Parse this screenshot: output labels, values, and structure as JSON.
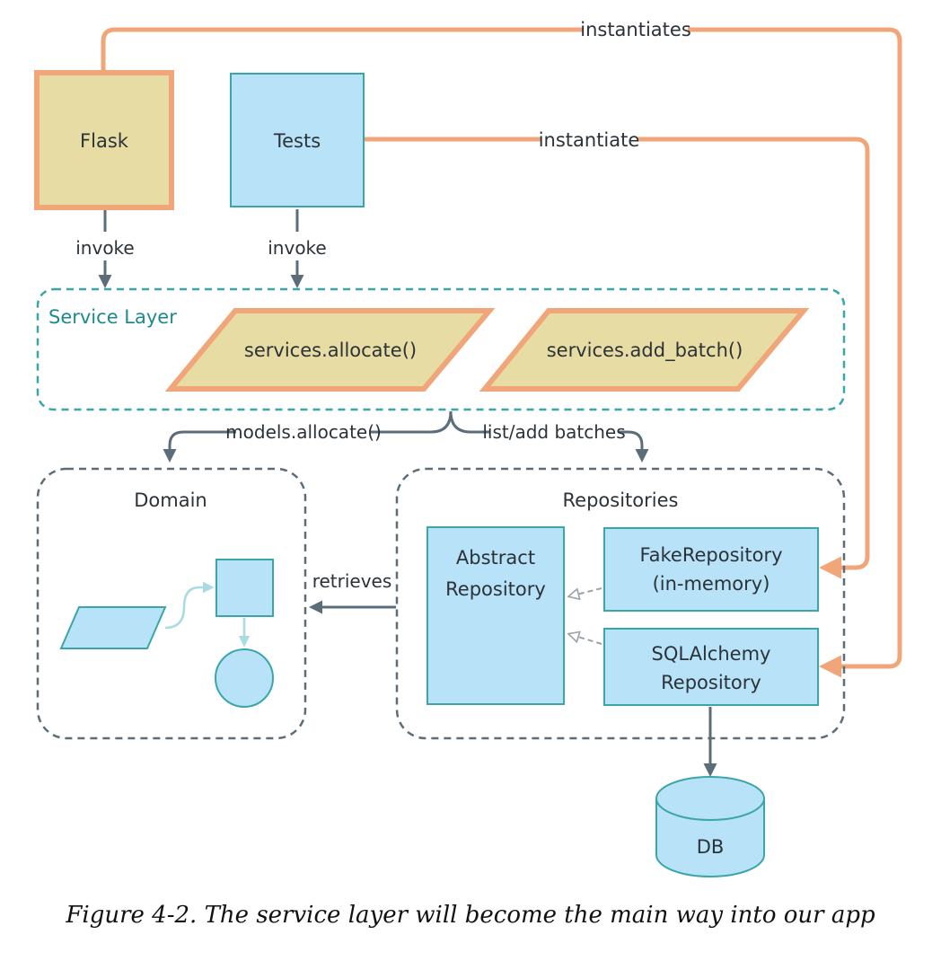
{
  "nodes": {
    "flask": "Flask",
    "tests": "Tests",
    "service_layer": "Service Layer",
    "allocate": "services.allocate()",
    "add_batch": "services.add_batch()",
    "domain": "Domain",
    "repositories": "Repositories",
    "abstract_repo_line1": "Abstract",
    "abstract_repo_line2": "Repository",
    "fake_repo_line1": "FakeRepository",
    "fake_repo_line2": "(in-memory)",
    "sqla_repo_line1": "SQLAlchemy",
    "sqla_repo_line2": "Repository",
    "db": "DB"
  },
  "edges": {
    "flask_invoke": "invoke",
    "tests_invoke": "invoke",
    "instantiates": "instantiates",
    "instantiate": "instantiate",
    "models_allocate": "models.allocate()",
    "list_add_batches": "list/add batches",
    "retrieves": "retrieves"
  },
  "caption": "Figure 4-2. The service layer will become the main way into our app",
  "colors": {
    "orange": "#f0a679",
    "tan": "#e8dca5",
    "light_blue": "#b7e2f7",
    "teal": "#3aa6a8",
    "slate": "#5a6d78"
  }
}
